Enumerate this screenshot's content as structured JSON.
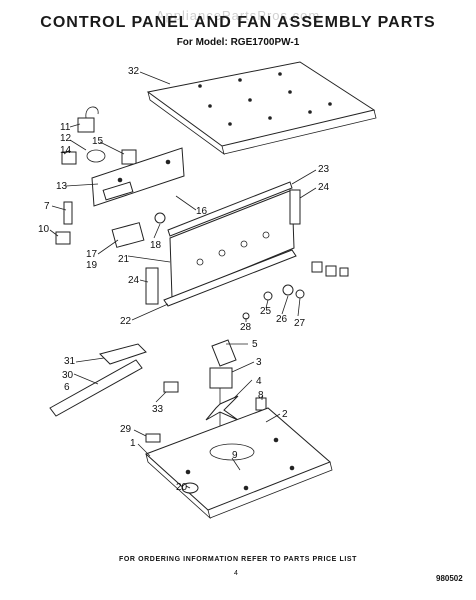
{
  "header": {
    "watermark": "AppliancePartsPros.com",
    "title": "CONTROL PANEL AND FAN ASSEMBLY PARTS",
    "subtitle": "For Model: RGE1700PW-1"
  },
  "footer": {
    "note": "FOR ORDERING INFORMATION REFER TO PARTS PRICE LIST",
    "page": "4",
    "doc_number": "980502"
  },
  "callouts": [
    "32",
    "11",
    "12",
    "15",
    "14",
    "13",
    "7",
    "10",
    "17",
    "19",
    "16",
    "18",
    "23",
    "24",
    "21",
    "24",
    "22",
    "25",
    "26",
    "27",
    "28",
    "5",
    "3",
    "4",
    "8",
    "2",
    "31",
    "30",
    "6",
    "33",
    "29",
    "1",
    "9",
    "20"
  ]
}
